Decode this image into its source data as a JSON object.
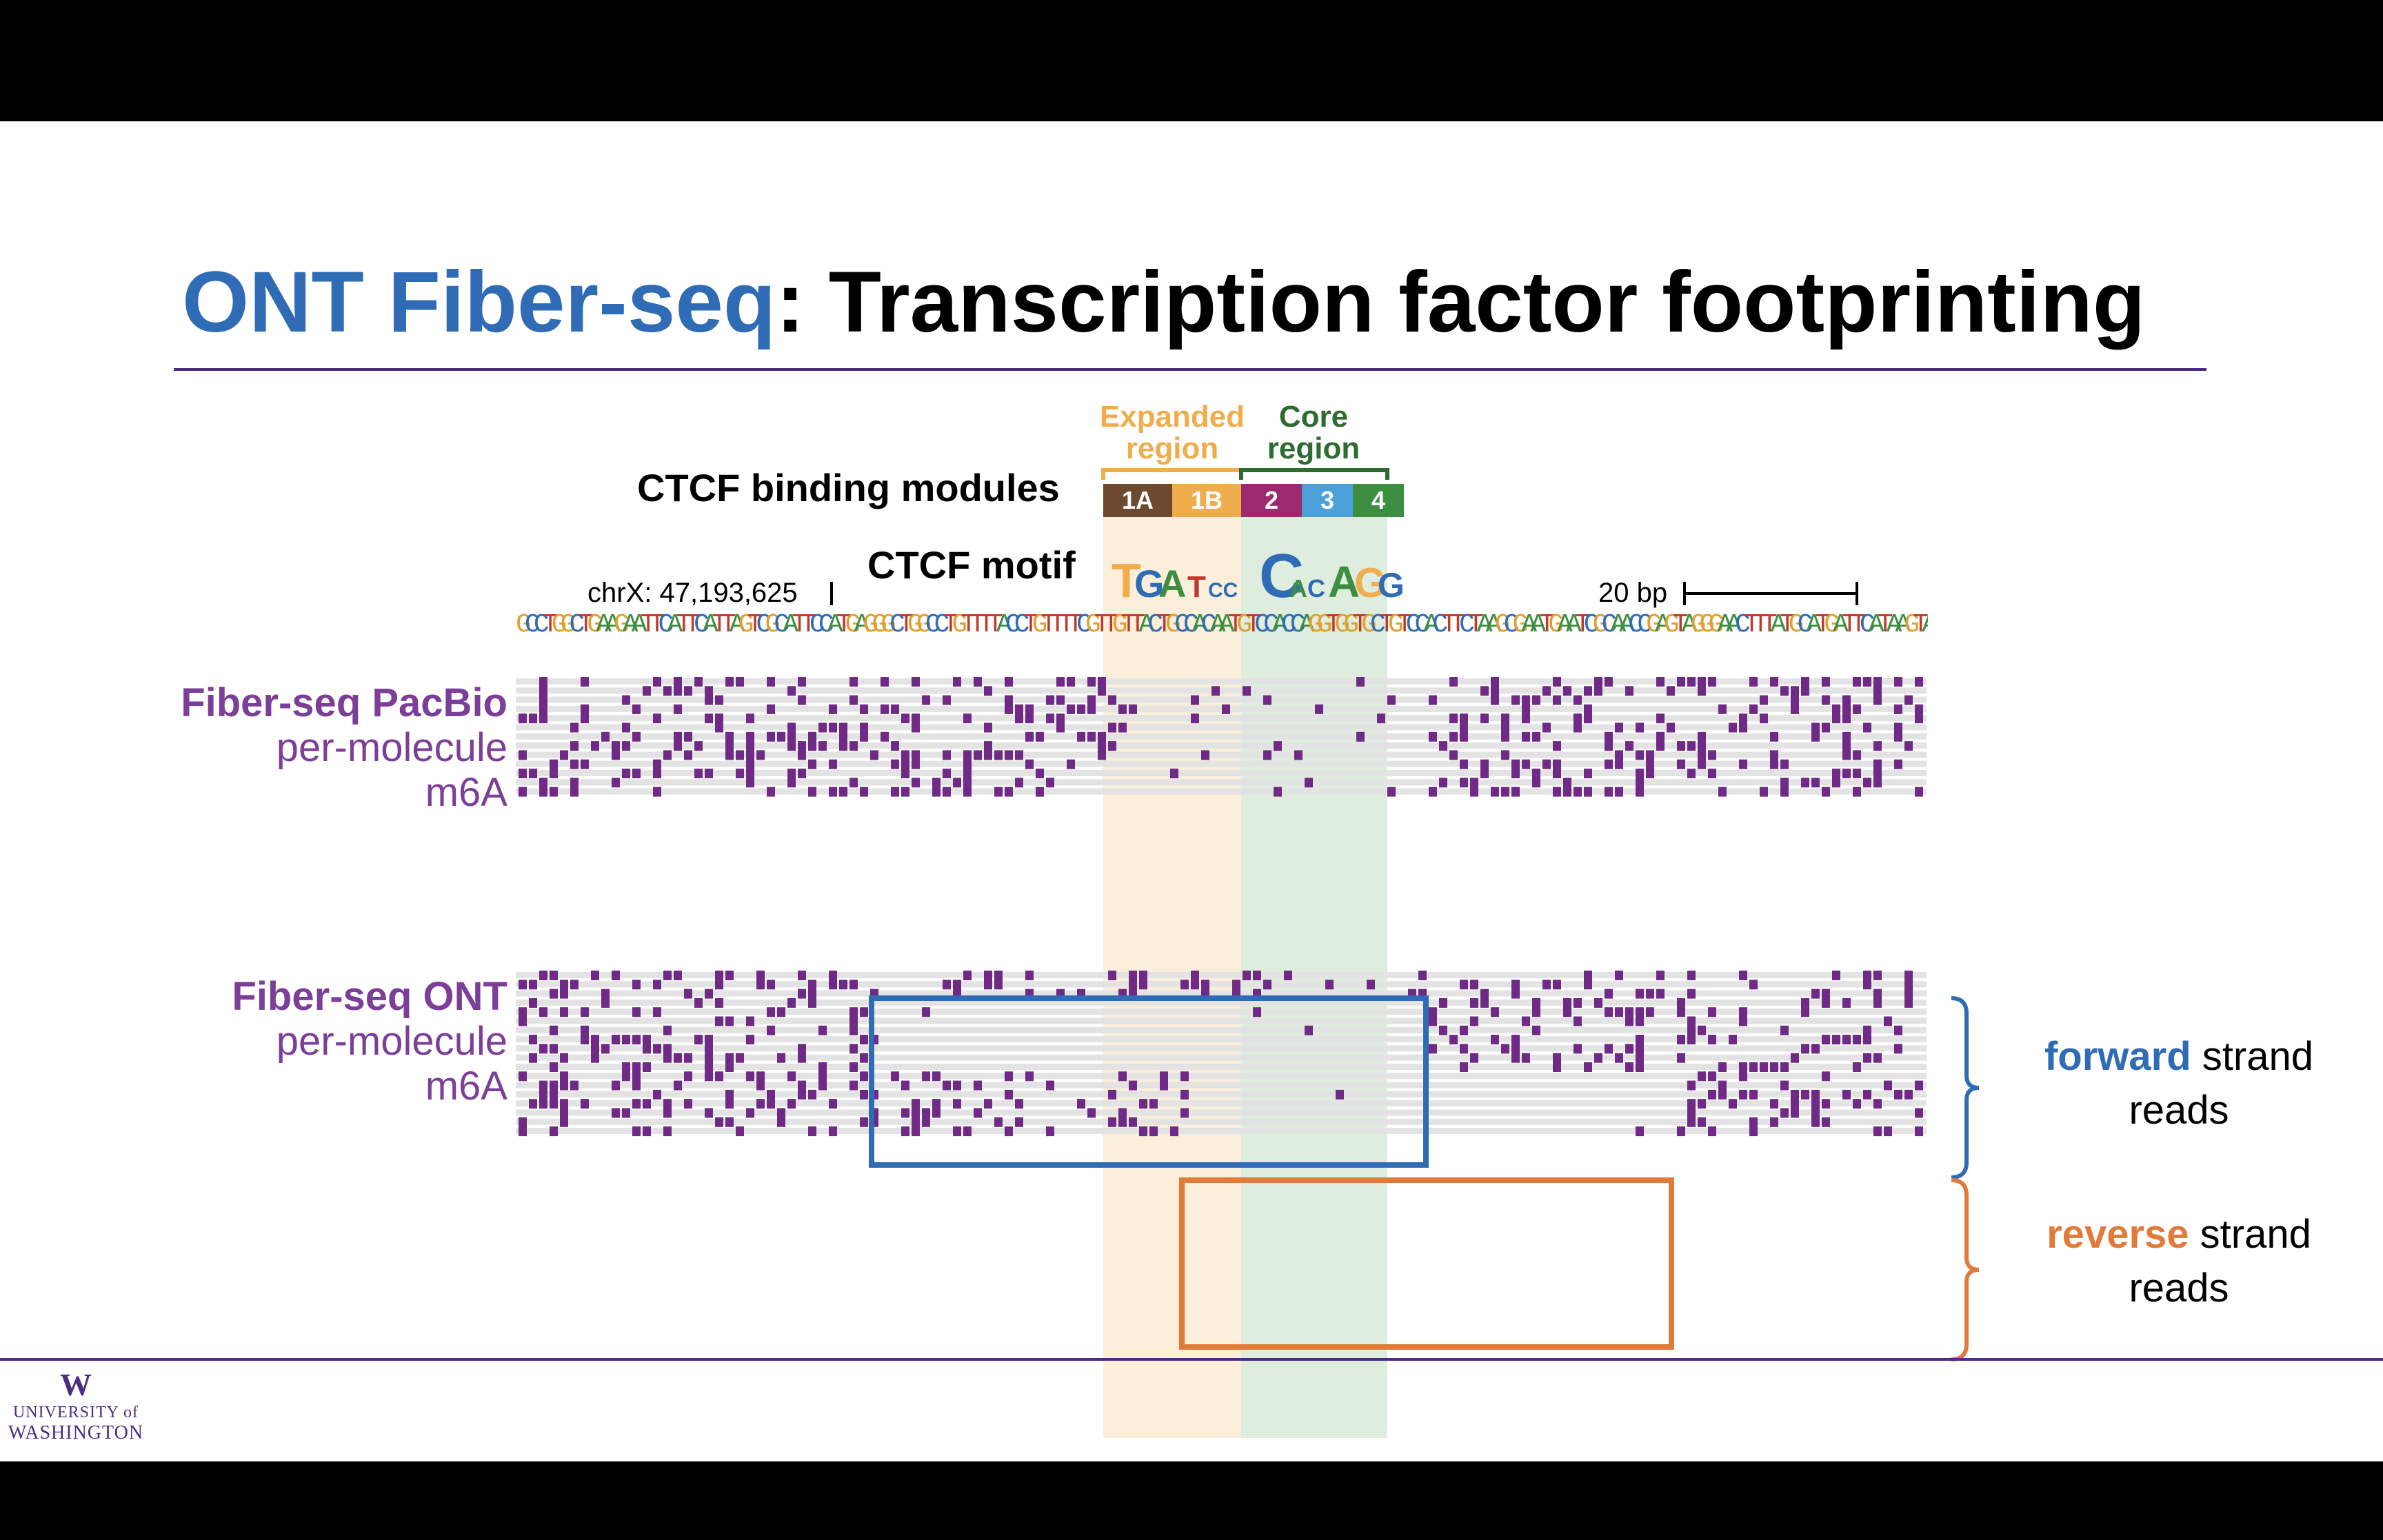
{
  "title": {
    "highlight": "ONT Fiber-seq",
    "rest": ": Transcription factor footprinting"
  },
  "labels": {
    "ctcf_modules": "CTCF binding modules",
    "ctcf_motif": "CTCF motif",
    "chrom_pos": "chrX: 47,193,625",
    "scale": "20 bp",
    "expanded_region": "Expanded region",
    "core_region": "Core region"
  },
  "modules": [
    "1A",
    "1B",
    "2",
    "3",
    "4"
  ],
  "pacbio": {
    "title": "Fiber-seq PacBio",
    "line2": "per-molecule",
    "line3": "m6A"
  },
  "ont": {
    "title": "Fiber-seq ONT",
    "line2": "per-molecule",
    "line3": "m6A"
  },
  "forward": {
    "word": "forward",
    "rest": " strand",
    "line2": "reads"
  },
  "reverse": {
    "word": "reverse",
    "rest": " strand",
    "line2": "reads"
  },
  "sequence": "GCCTGGCTGAAGAATTCATTCATTAGTCGCATTCCATGAGGGCTGGCCTGTTTTACCTGTTTTCGTTGTTACTGCCACAATGTCCACCAGGTGGTGCTGTCCACTTCTAAGCGAATGAATCGCAACCGAGTAGGGAACTTTATGCATGATTCATAAGTA",
  "colors": {
    "blue": "#2f6cb5",
    "orange": "#e07b39",
    "purple": "#7b3f98",
    "m6a": "#6e2a84",
    "module_1A": "#6b4a2f",
    "module_1B": "#f0ad4e",
    "module_2": "#9c2a6f",
    "module_3": "#4aa0d8",
    "module_4": "#3e8e41"
  },
  "logo": {
    "line1": "UNIVERSITY of",
    "line2": "WASHINGTON"
  }
}
